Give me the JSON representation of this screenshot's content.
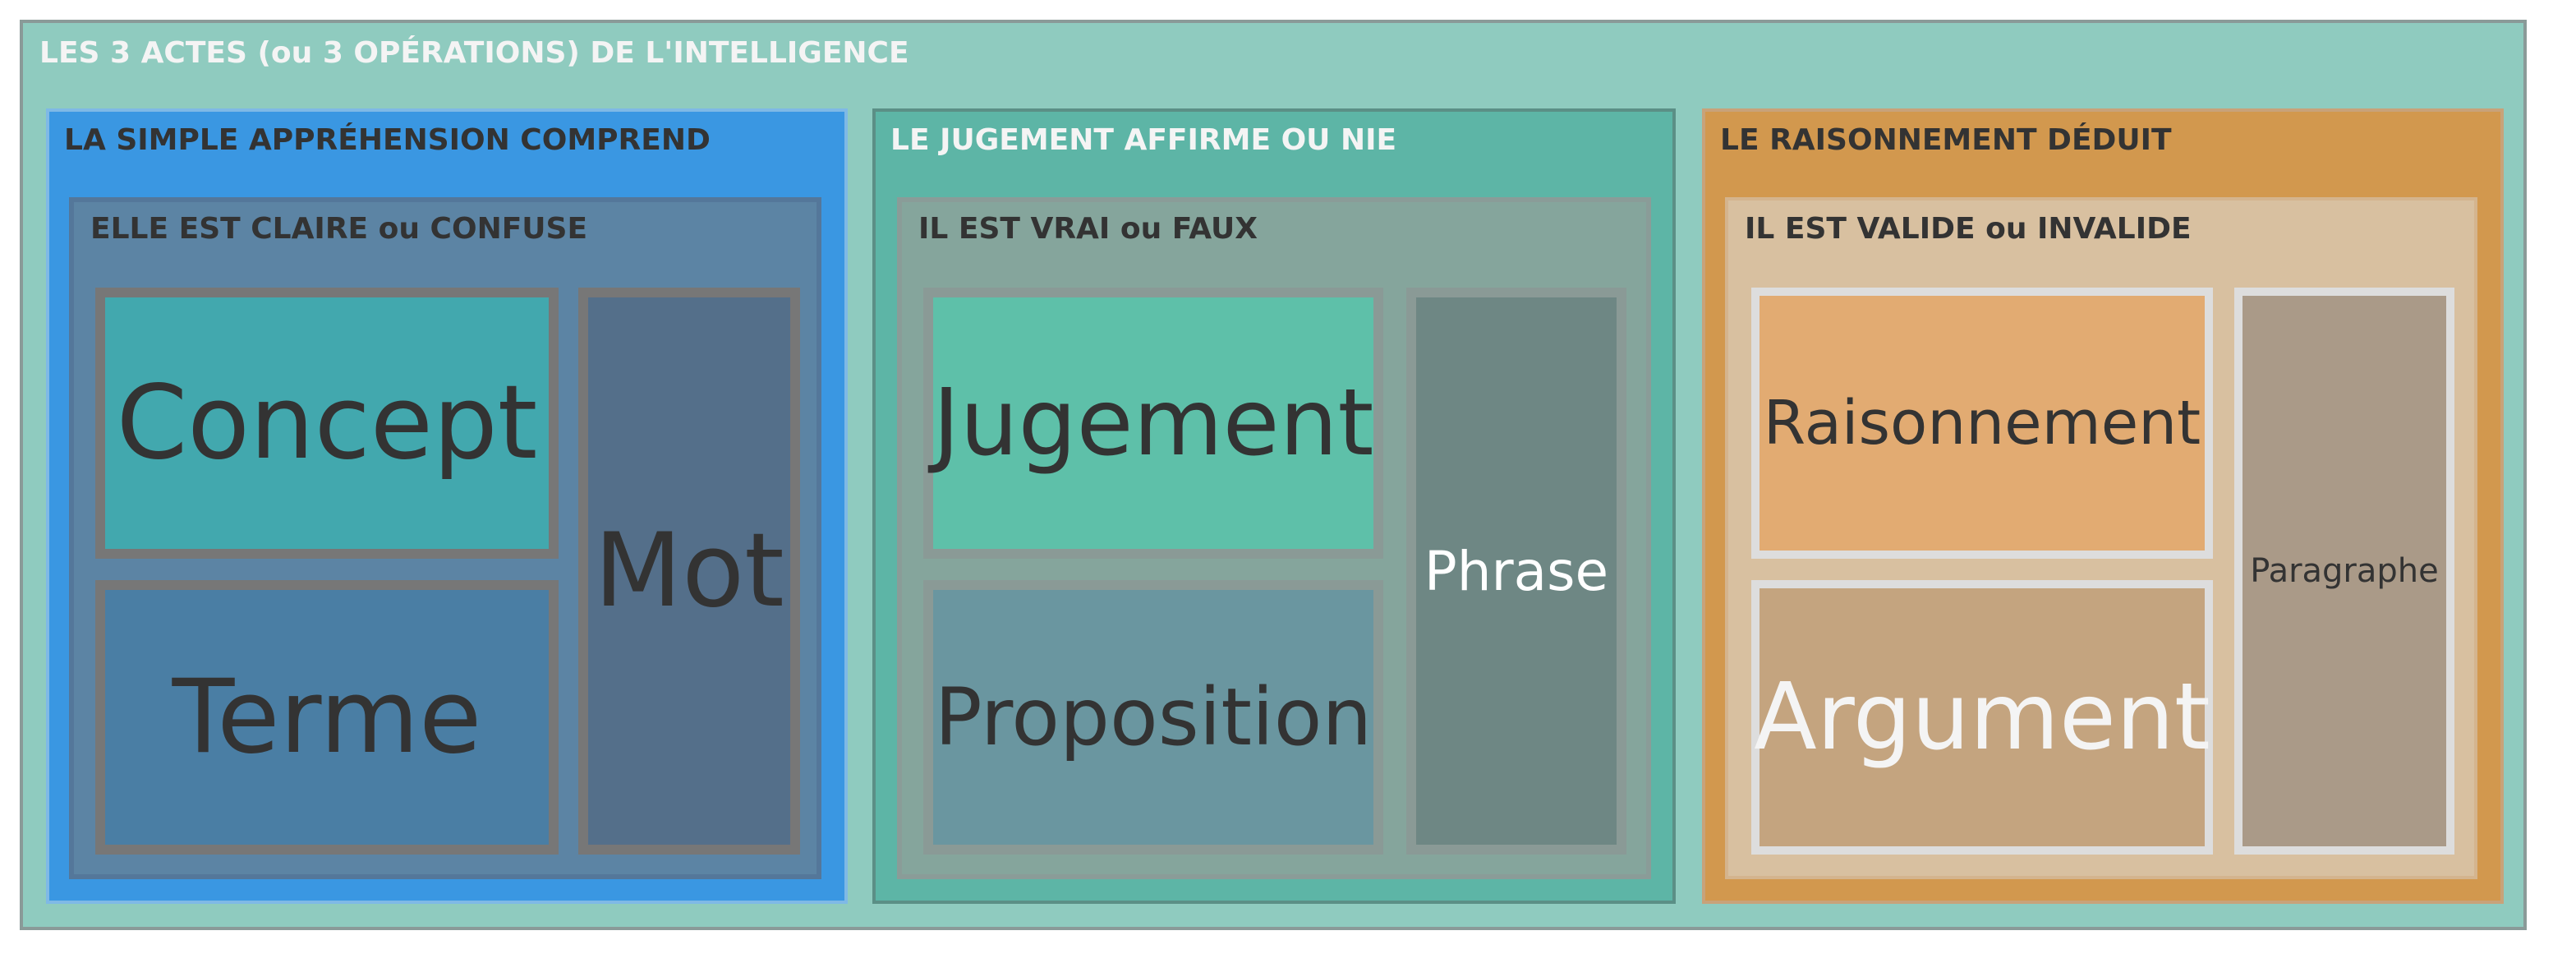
{
  "title": "LES 3 ACTES (ou 3 OPÉRATIONS) DE L'INTELLIGENCE",
  "groups": [
    {
      "label": "LA SIMPLE APPRÉHENSION COMPREND",
      "sub_label": "ELLE EST CLAIRE ou CONFUSE",
      "items": [
        "Concept",
        "Terme",
        "Mot"
      ],
      "color": "#3a97e2"
    },
    {
      "label": "LE JUGEMENT AFFIRME OU NIE",
      "sub_label": "IL EST VRAI ou FAUX",
      "items": [
        "Jugement",
        "Proposition",
        "Phrase"
      ],
      "color": "#5db5a6"
    },
    {
      "label": "LE RAISONNEMENT DÉDUIT",
      "sub_label": "IL EST VALIDE ou INVALIDE",
      "items": [
        "Raisonnement",
        "Argument",
        "Paragraphe"
      ],
      "color": "#d2984e"
    }
  ]
}
